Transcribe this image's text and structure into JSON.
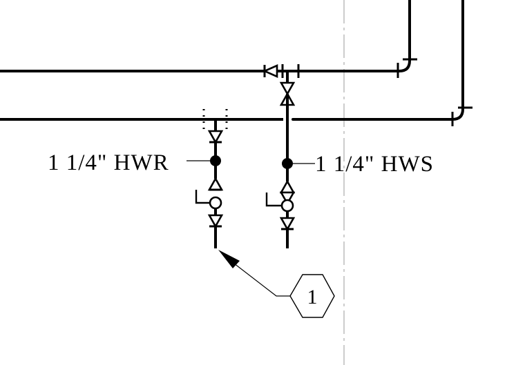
{
  "labels": {
    "return_pipe": "1 1/4\" HWR",
    "supply_pipe": "1 1/4\" HWS"
  },
  "keynote": {
    "number": "1"
  },
  "colors": {
    "line": "#000000",
    "centerline": "#9a9a9a",
    "background": "#ffffff"
  }
}
